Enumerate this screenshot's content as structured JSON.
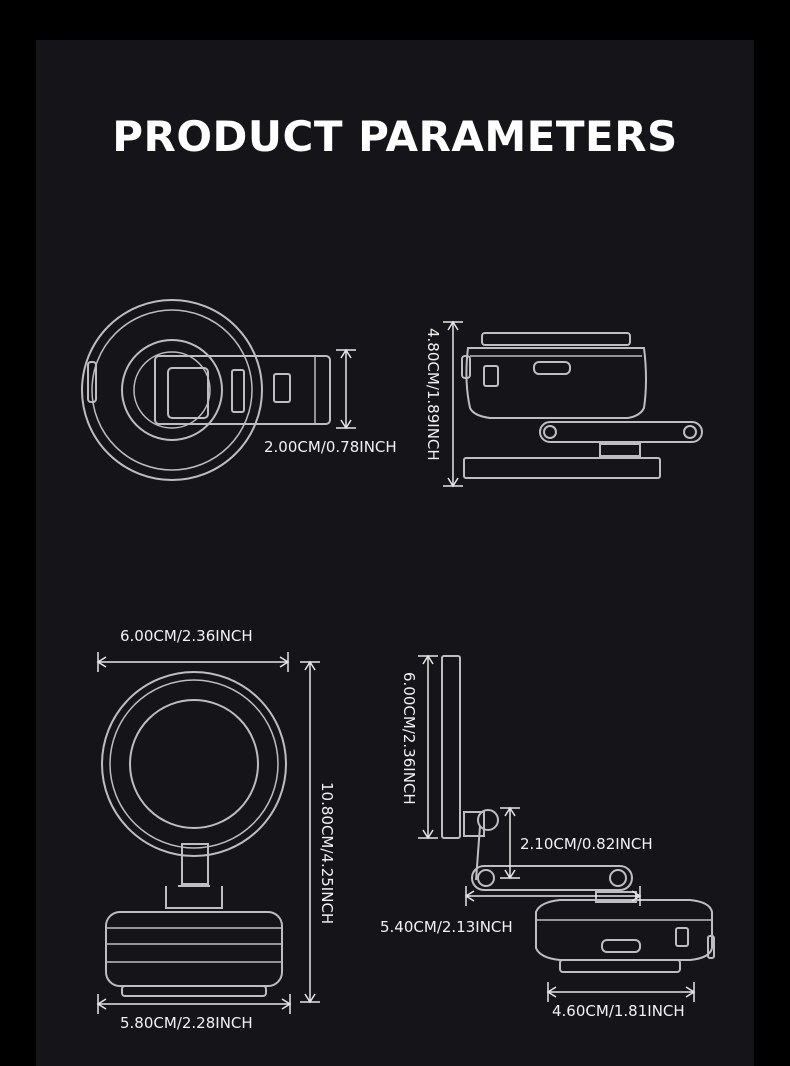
{
  "title": "PRODUCT PARAMETERS",
  "dimensions": {
    "top_view_height": "2.00CM/0.78INCH",
    "side_view_height": "4.80CM/1.89INCH",
    "front_ring_width": "6.00CM/2.36INCH",
    "front_total_height": "10.80CM/4.25INCH",
    "front_base_width": "5.80CM/2.28INCH",
    "side_plate_height": "6.00CM/2.36INCH",
    "side_arm_height": "2.10CM/0.82INCH",
    "side_arm_length": "5.40CM/2.13INCH",
    "side_base_width": "4.60CM/1.81INCH"
  },
  "colors": {
    "background": "#000000",
    "panel": "#151519",
    "line": "#c8c8cc"
  }
}
